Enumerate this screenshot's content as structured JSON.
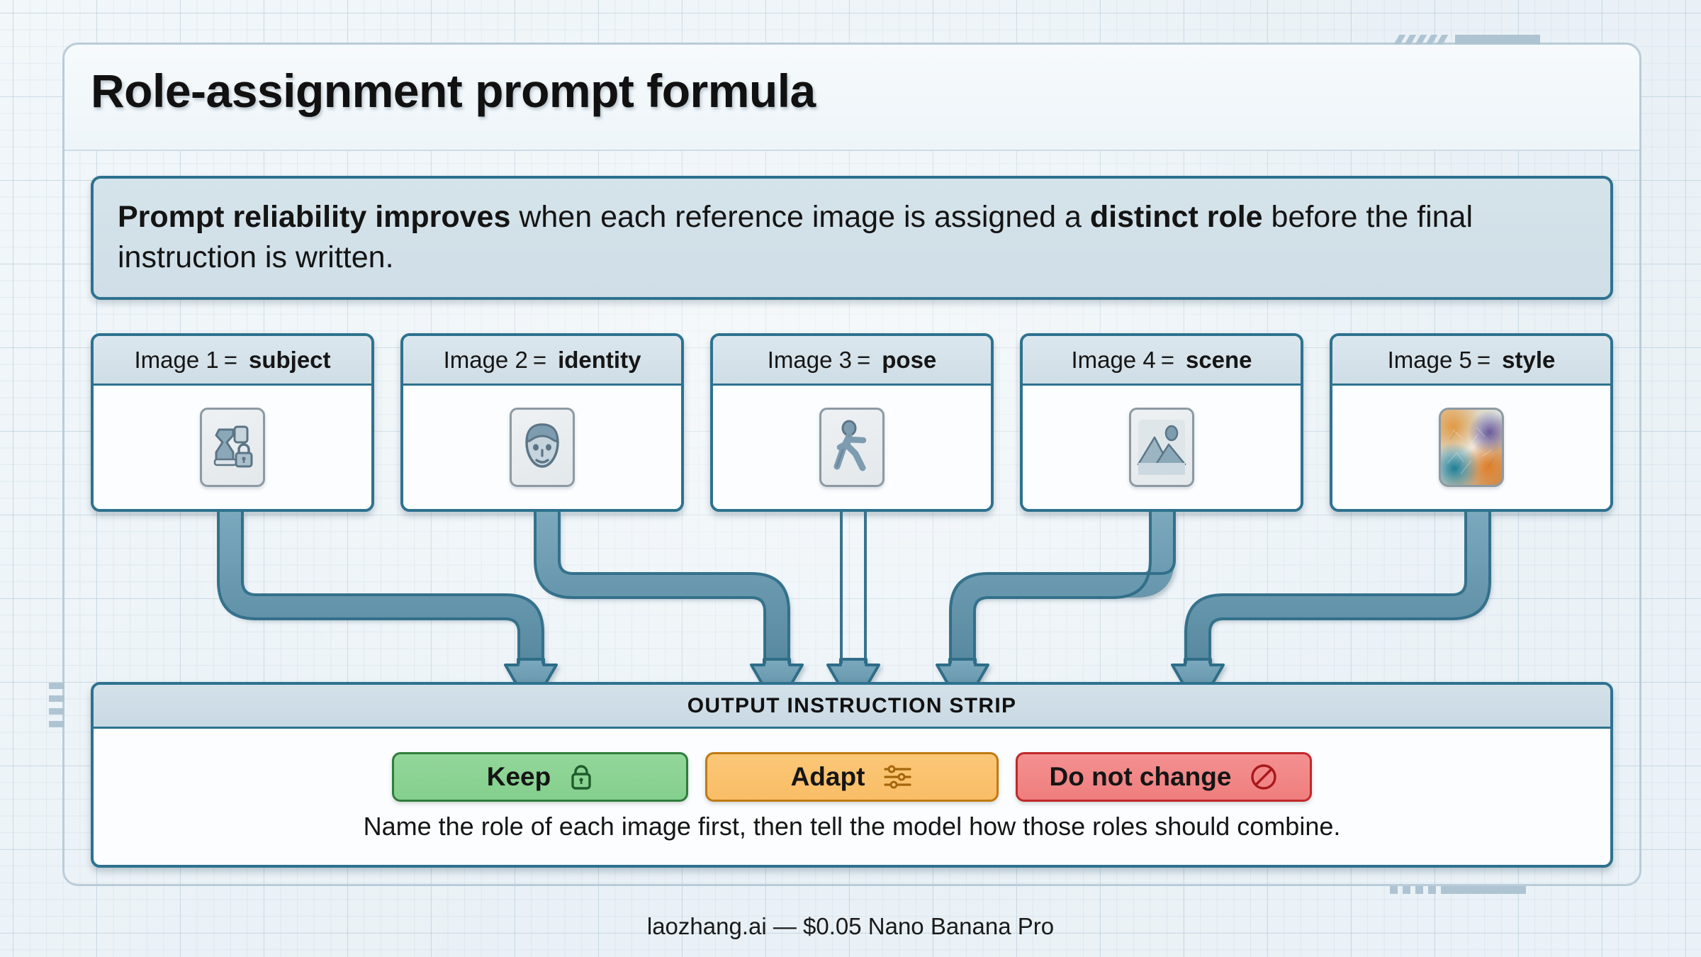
{
  "page": {
    "title": "Role-assignment prompt formula",
    "background_color": "#eef4f8",
    "accent_color": "#2e728f",
    "arrow_color": "#5e93ab"
  },
  "lead_banner": {
    "bold_prefix": "Prompt reliability improves",
    "text_middle": " when each reference image is assigned a ",
    "bold_inline": "distinct role",
    "text_end": " before the final instruction is written.",
    "full_text": "Prompt reliability improves when each reference image is assigned a distinct role before the final instruction is written.",
    "border_color": "#2e728f",
    "fill_color": "#d2e0e8"
  },
  "cards": [
    {
      "prefix": "Image 1",
      "equals": "=",
      "role": "subject",
      "icon": "vase-lock-icon"
    },
    {
      "prefix": "Image 2",
      "equals": "=",
      "role": "identity",
      "icon": "face-icon"
    },
    {
      "prefix": "Image 3",
      "equals": "=",
      "role": "pose",
      "icon": "walking-person-icon"
    },
    {
      "prefix": "Image 4",
      "equals": "=",
      "role": "scene",
      "icon": "landscape-picture-icon"
    },
    {
      "prefix": "Image 5",
      "equals": "=",
      "role": "style",
      "icon": "style-swatch-icon"
    }
  ],
  "output_strip": {
    "header": "OUTPUT INSTRUCTION STRIP",
    "pills": [
      {
        "label": "Keep",
        "icon": "lock-icon",
        "fill": "#8ad293",
        "border": "#2f7d3b"
      },
      {
        "label": "Adapt",
        "icon": "sliders-icon",
        "fill": "#f9c06c",
        "border": "#c07a12"
      },
      {
        "label": "Do not change",
        "icon": "prohibited-icon",
        "fill": "#f18585",
        "border": "#c0282a"
      }
    ],
    "caption": "Name the role of each image first, then tell the model how those roles should combine."
  },
  "footer": {
    "text": "laozhang.ai  — $0.05 Nano Banana Pro"
  }
}
